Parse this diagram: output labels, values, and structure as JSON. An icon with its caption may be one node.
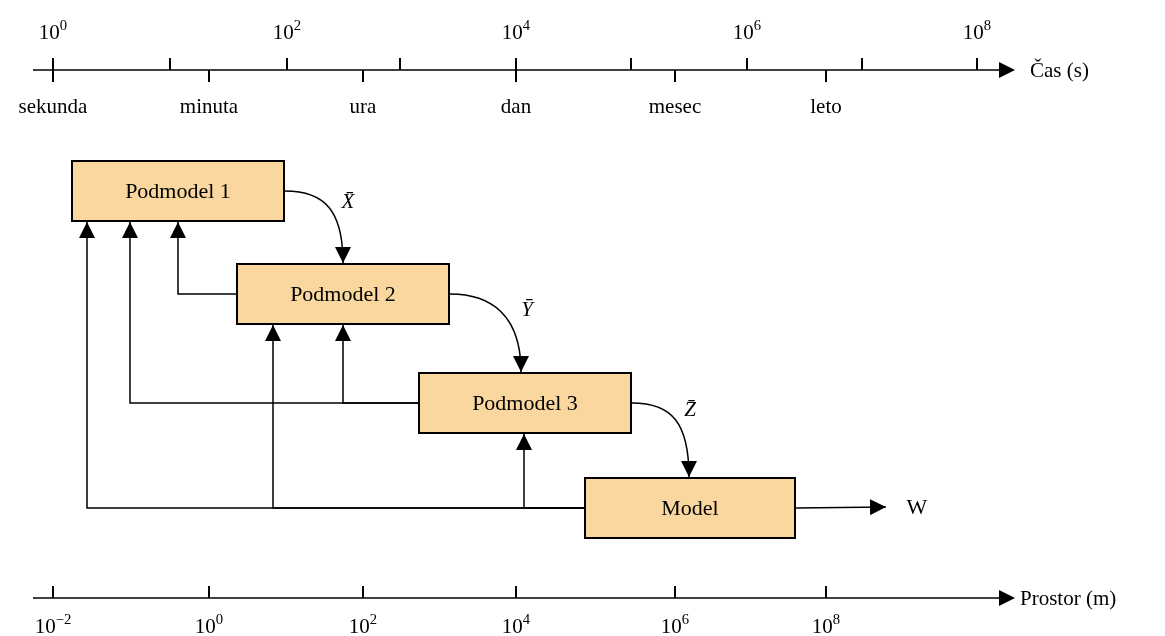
{
  "diagram": {
    "nodes": [
      {
        "text": [
          "Podmodel 1"
        ]
      },
      {
        "text": [
          "Podmodel 2"
        ]
      },
      {
        "text": [
          "Podmodel 3"
        ]
      },
      {
        "text": [
          "Model"
        ]
      },
      {
        "text": [
          "W"
        ]
      }
    ],
    "edges": [
      {
        "from": 0,
        "to": 1,
        "arrow": "to",
        "label": "X̄"
      },
      {
        "from": 1,
        "to": 2,
        "arrow": "to",
        "label": "Ȳ"
      },
      {
        "from": 2,
        "to": 3,
        "arrow": "to",
        "label": "Z̄"
      },
      {
        "from": 3,
        "to": 4,
        "arrow": "to"
      },
      {
        "from": 1,
        "to": 0,
        "arrow": "to"
      },
      {
        "from": 2,
        "to": 0,
        "arrow": "to"
      },
      {
        "from": 2,
        "to": 1,
        "arrow": "to"
      },
      {
        "from": 3,
        "to": 0,
        "arrow": "to"
      },
      {
        "from": 3,
        "to": 1,
        "arrow": "to"
      },
      {
        "from": 3,
        "to": 2,
        "arrow": "to"
      }
    ],
    "labels": [
      "10$^{0}$",
      "10$^{2}$",
      "10$^{4}$",
      "10$^{6}$",
      "10$^{8}$",
      "Čas (s)",
      "sekunda",
      "minuta",
      "ura",
      "dan",
      "mesec",
      "leto",
      "Prostor (m)",
      "10$^{−2}$",
      "10$^{0}$",
      "10$^{2}$",
      "10$^{4}$",
      "10$^{6}$",
      "10$^{8}$"
    ]
  }
}
